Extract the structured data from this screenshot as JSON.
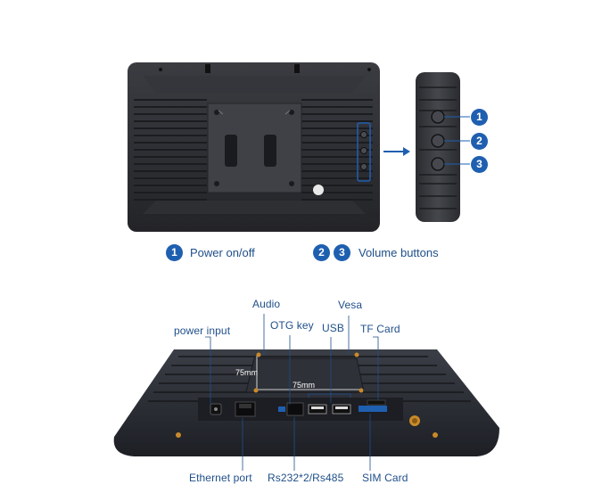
{
  "top_legend": {
    "items": [
      {
        "numbers": [
          "1"
        ],
        "label": "Power on/off"
      },
      {
        "numbers": [
          "2",
          "3"
        ],
        "label": "Volume buttons"
      }
    ]
  },
  "button_callouts": [
    "1",
    "2",
    "3"
  ],
  "bottom_labels": {
    "audio": "Audio",
    "vesa": "Vesa",
    "otg_key": "OTG key",
    "usb": "USB",
    "power_input": "power input",
    "tf_card": "TF Card",
    "ethernet_port": "Ethernet port",
    "rs232": "Rs232*2/Rs485",
    "sim_card": "SIM Card"
  },
  "dimensions": {
    "vertical": "75mm",
    "horizontal": "75mm"
  },
  "colors": {
    "accent": "#1f5fb0",
    "label_text": "#1f4f8a",
    "device_body": "#2b2d31"
  }
}
